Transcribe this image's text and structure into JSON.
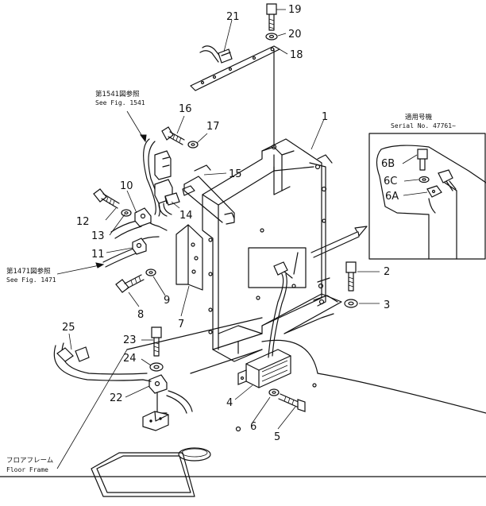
{
  "part_numbers": {
    "p1": "1",
    "p2": "2",
    "p3": "3",
    "p4": "4",
    "p5": "5",
    "p6": "6",
    "p6a": "6A",
    "p6b": "6B",
    "p6c": "6C",
    "p7": "7",
    "p8": "8",
    "p9": "9",
    "p10": "10",
    "p11": "11",
    "p12": "12",
    "p13": "13",
    "p14": "14",
    "p15": "15",
    "p16": "16",
    "p17": "17",
    "p18": "18",
    "p19": "19",
    "p20": "20",
    "p21": "21",
    "p22": "22",
    "p23": "23",
    "p24": "24",
    "p25": "25"
  },
  "refs": {
    "fig1541_jp": "第1541図参照",
    "fig1541_en": "See Fig. 1541",
    "fig1471_jp": "第1471図参照",
    "fig1471_en": "See Fig. 1471"
  },
  "inset": {
    "title_jp": "適用号機",
    "title_en": "Serial No. 47761~"
  },
  "floor": {
    "label_jp": "フロアフレーム",
    "label_en": "Floor Frame"
  }
}
